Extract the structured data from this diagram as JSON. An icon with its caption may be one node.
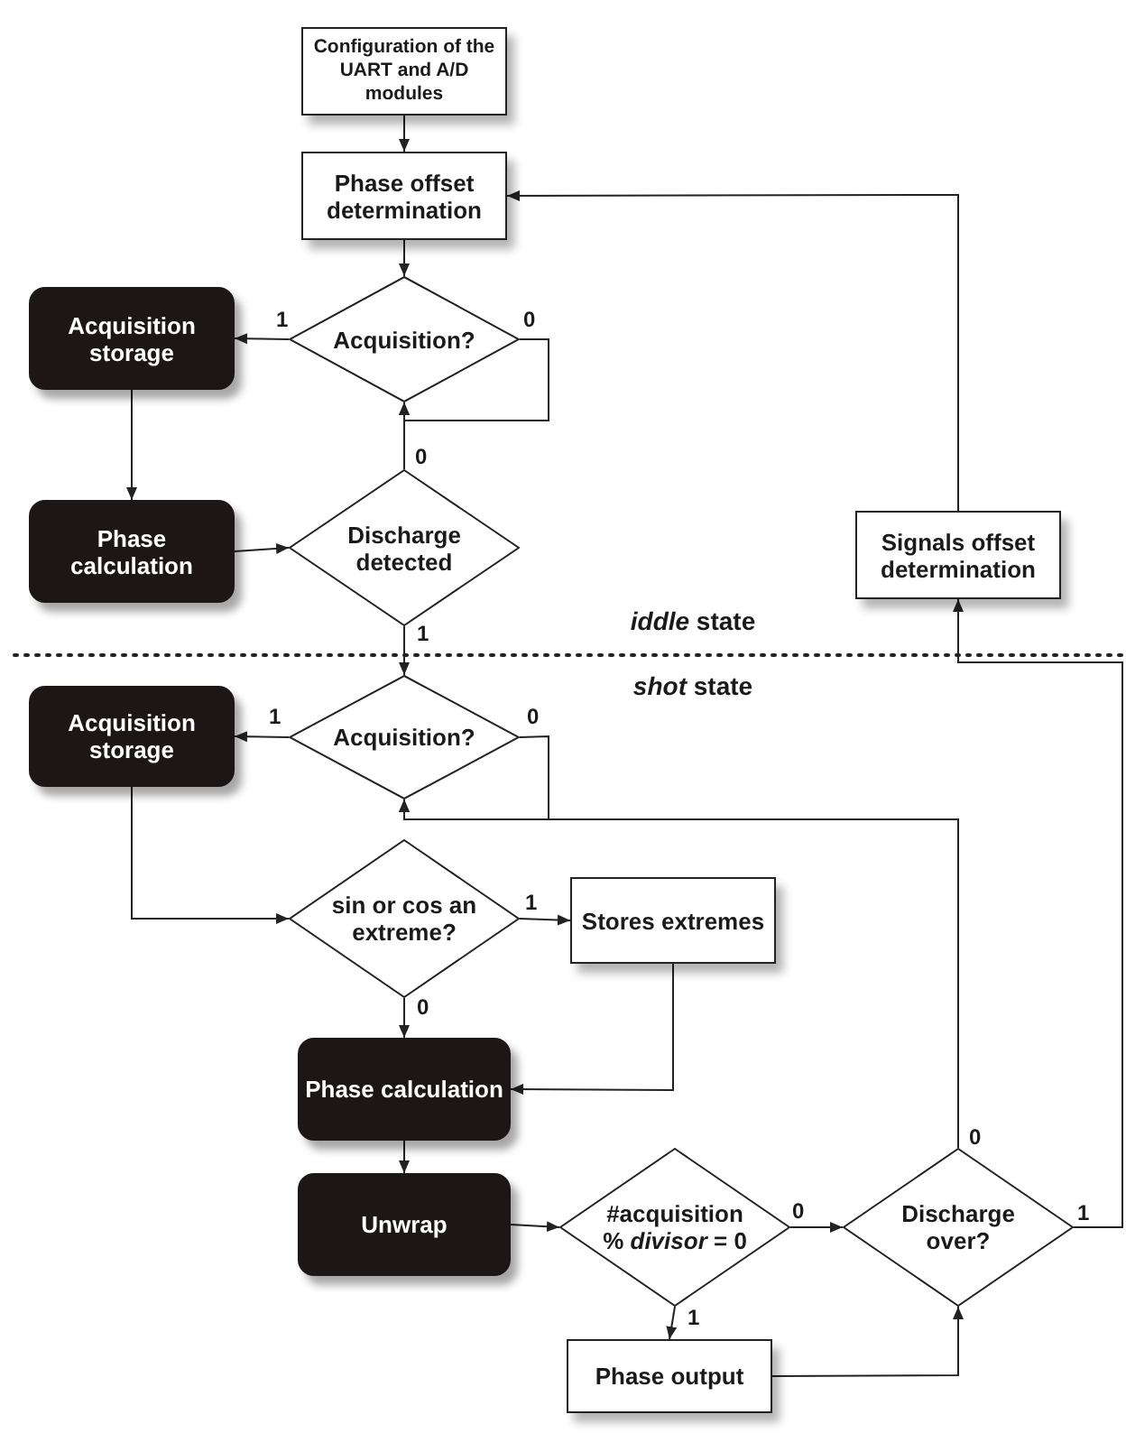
{
  "diagram": {
    "nodes": [
      {
        "text": [
          "Configuration of the UART and A/D modules"
        ]
      },
      {
        "text": [
          "Phase offset determination"
        ]
      },
      {
        "text": [
          "Acquisition?"
        ]
      },
      {
        "text": [
          "Acquisition storage"
        ]
      },
      {
        "text": [
          "Phase calculation"
        ]
      },
      {
        "text": [
          "Discharge detected"
        ]
      },
      {
        "text": [
          "Signals offset determination"
        ]
      },
      {
        "text": [
          "Acquisition?"
        ]
      },
      {
        "text": [
          "Acquisition storage"
        ]
      },
      {
        "text": [
          "sin or cos an extreme?"
        ]
      },
      {
        "text": [
          "Stores extremes"
        ]
      },
      {
        "text": [
          "Phase calculation"
        ]
      },
      {
        "text": [
          "Unwrap"
        ]
      },
      {
        "text": [
          "#acquisition % *divisor* = 0"
        ]
      },
      {
        "text": [
          "Discharge over?"
        ]
      },
      {
        "text": [
          "Phase output"
        ]
      }
    ],
    "edges": [
      {
        "from": 0,
        "to": 1,
        "arrow": "to"
      },
      {
        "from": 1,
        "to": 2,
        "arrow": "to"
      },
      {
        "from": 2,
        "to": 3,
        "arrow": "to",
        "label": "1"
      },
      {
        "from": 2,
        "to": 2,
        "arrow": "to",
        "label": "0"
      },
      {
        "from": 5,
        "to": 2,
        "arrow": "to",
        "label": "0"
      },
      {
        "from": 3,
        "to": 4,
        "arrow": "to"
      },
      {
        "from": 4,
        "to": 5,
        "arrow": "to"
      },
      {
        "from": 5,
        "to": 7,
        "arrow": "to",
        "label": "1"
      },
      {
        "from": 7,
        "to": 8,
        "arrow": "to",
        "label": "1"
      },
      {
        "from": 7,
        "to": 7,
        "arrow": "to",
        "label": "0"
      },
      {
        "from": 14,
        "to": 7,
        "arrow": "to",
        "label": "0"
      },
      {
        "from": 8,
        "to": 9,
        "arrow": "to"
      },
      {
        "from": 9,
        "to": 10,
        "arrow": "to",
        "label": "1"
      },
      {
        "from": 9,
        "to": 11,
        "arrow": "to",
        "label": "0"
      },
      {
        "from": 10,
        "to": 11,
        "arrow": "to"
      },
      {
        "from": 11,
        "to": 12,
        "arrow": "to"
      },
      {
        "from": 12,
        "to": 13,
        "arrow": "to"
      },
      {
        "from": 13,
        "to": 14,
        "arrow": "to",
        "label": "0"
      },
      {
        "from": 13,
        "to": 15,
        "arrow": "to",
        "label": "1"
      },
      {
        "from": 15,
        "to": 14,
        "arrow": "to"
      },
      {
        "from": 14,
        "to": 6,
        "arrow": "to",
        "label": "1"
      },
      {
        "from": 6,
        "to": 1,
        "arrow": "to"
      }
    ],
    "labels": [
      "*iddle* state",
      "*shot* state"
    ]
  }
}
